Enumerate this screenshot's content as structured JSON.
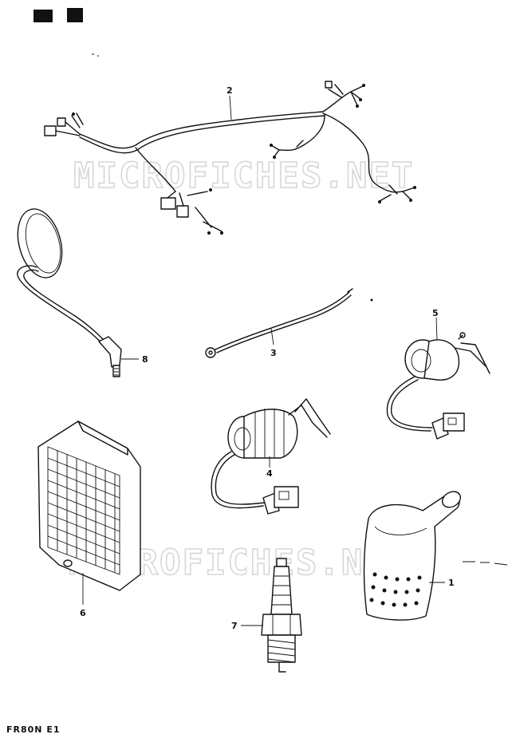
{
  "diagram": {
    "watermark_text": [
      "MICROFICHES.NET",
      "MICROFICHES.NET"
    ],
    "model_code": "FR80N E1",
    "parts": [
      {
        "callout": "1",
        "part": "spark-plug-cap"
      },
      {
        "callout": "2",
        "part": "wiring-harness"
      },
      {
        "callout": "3",
        "part": "ground-wire"
      },
      {
        "callout": "4",
        "part": "ignition-coil"
      },
      {
        "callout": "5",
        "part": "ignition-coil-small"
      },
      {
        "callout": "6",
        "part": "reflex-reflector"
      },
      {
        "callout": "7",
        "part": "spark-plug"
      },
      {
        "callout": "8",
        "part": "rear-view-mirror"
      }
    ]
  }
}
